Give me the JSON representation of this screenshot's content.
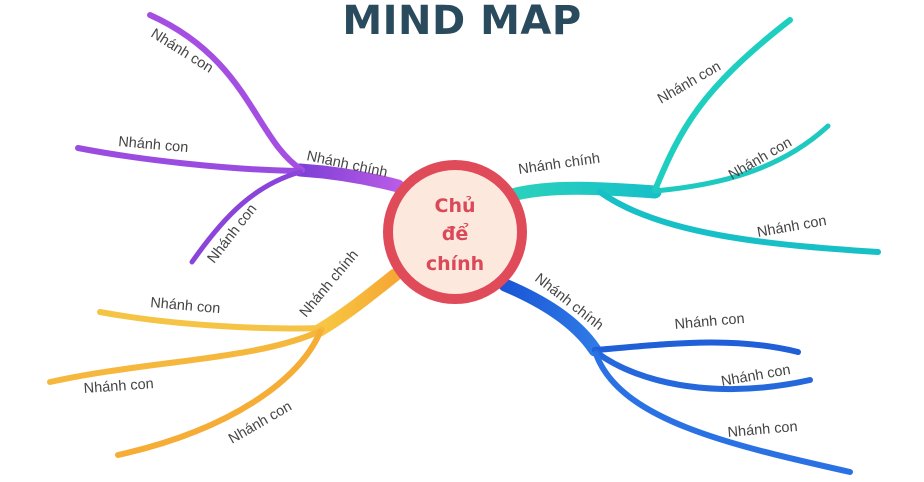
{
  "title": "MIND MAP",
  "center": {
    "lines": [
      "Chủ",
      "để",
      "chính"
    ],
    "ring_color": "#e04b5a",
    "fill_color": "#fde8de"
  },
  "branches": {
    "purple": {
      "color": "#a04fe0",
      "main_label": "Nhánh chính",
      "sub_labels": [
        "Nhánh con",
        "Nhánh con",
        "Nhánh con"
      ]
    },
    "teal": {
      "color": "#1ec9c0",
      "main_label": "Nhánh chính",
      "sub_labels": [
        "Nhánh con",
        "Nhánh con",
        "Nhánh con"
      ]
    },
    "yellow": {
      "color": "#f6b93b",
      "main_label": "Nhánh chính",
      "sub_labels": [
        "Nhánh con",
        "Nhánh con",
        "Nhánh con"
      ]
    },
    "blue": {
      "color": "#1f63d9",
      "main_label": "Nhánh chính",
      "sub_labels": [
        "Nhánh con",
        "Nhánh con",
        "Nhánh con"
      ]
    }
  }
}
